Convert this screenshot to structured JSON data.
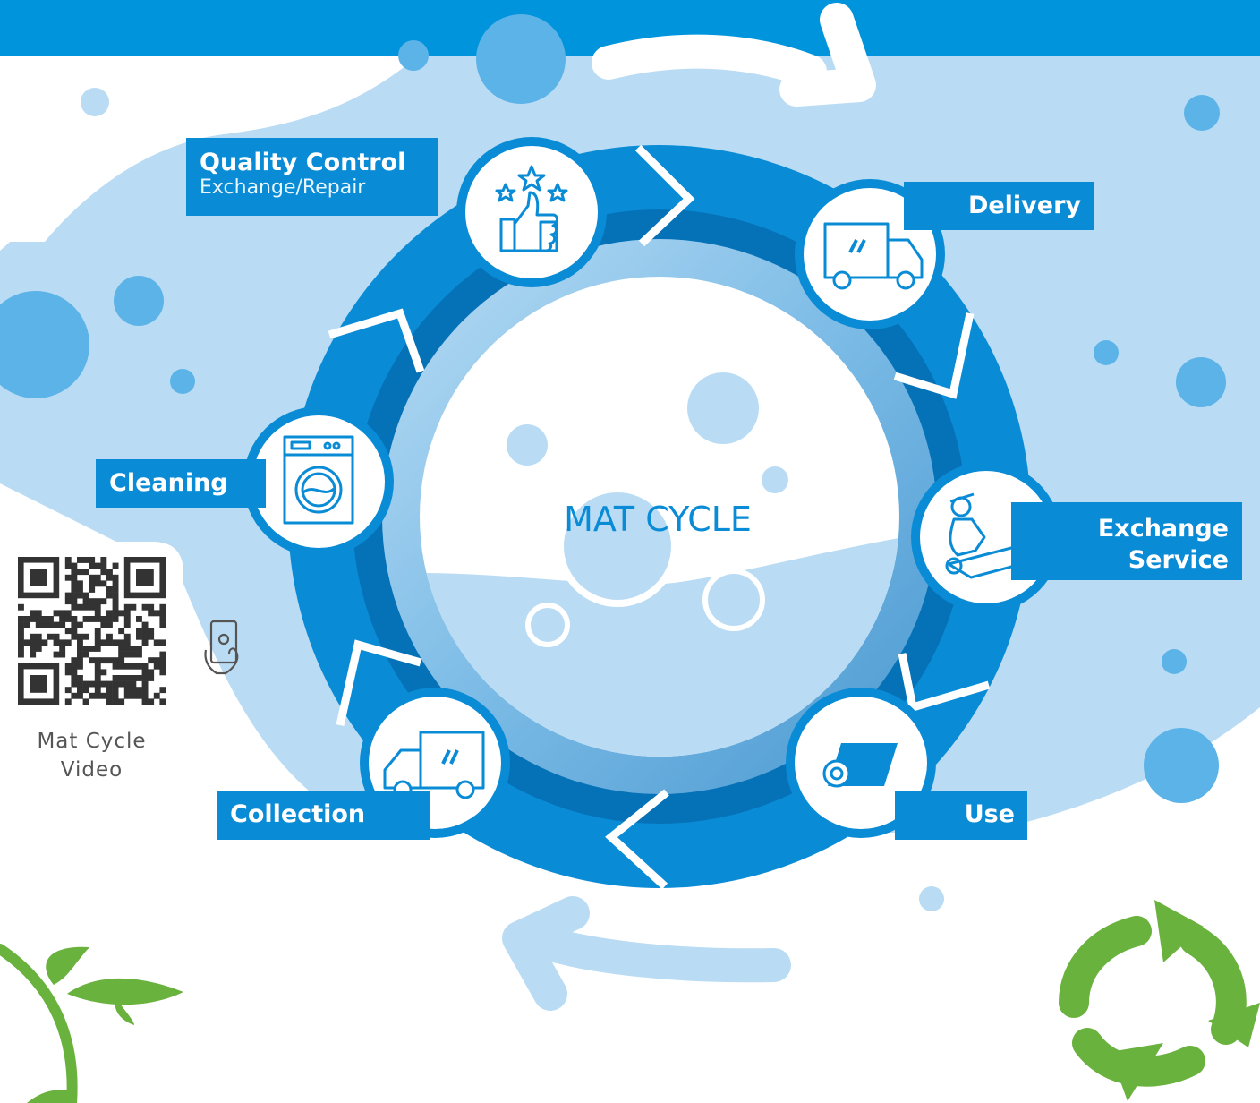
{
  "colors": {
    "top_band": "#0094dc",
    "background_light": "#b9dcf4",
    "ring_primary": "#0a8bd6",
    "ring_dark": "#0572b8",
    "bubble": "#5cb3e8",
    "label_background": "#0a8bd6",
    "leaf_green": "#6ab23e"
  },
  "diagram": {
    "center_title": "MAT CYCLE",
    "stages": [
      {
        "id": "quality-control",
        "title": "Quality Control",
        "subtitle": "Exchange/Repair",
        "icon": "thumbs-up-stars-icon"
      },
      {
        "id": "delivery",
        "title": "Delivery",
        "icon": "delivery-truck-icon"
      },
      {
        "id": "exchange-service",
        "title": "Exchange Service",
        "title_line1": "Exchange",
        "title_line2": "Service",
        "icon": "worker-laying-mat-icon"
      },
      {
        "id": "use",
        "title": "Use",
        "icon": "rolled-mat-icon"
      },
      {
        "id": "collection",
        "title": "Collection",
        "icon": "collection-truck-icon"
      },
      {
        "id": "cleaning",
        "title": "Cleaning",
        "icon": "washing-machine-icon"
      }
    ]
  },
  "qr": {
    "caption_line1": "Mat Cycle",
    "caption_line2": "Video",
    "icon": "phone-scan-icon"
  },
  "decorations": {
    "arrow_top_icon": "curved-arrow-right-icon",
    "arrow_bottom_icon": "curved-arrow-left-icon",
    "recycle_icon": "recycle-icon",
    "plant_icon": "plant-leaf-icon"
  }
}
